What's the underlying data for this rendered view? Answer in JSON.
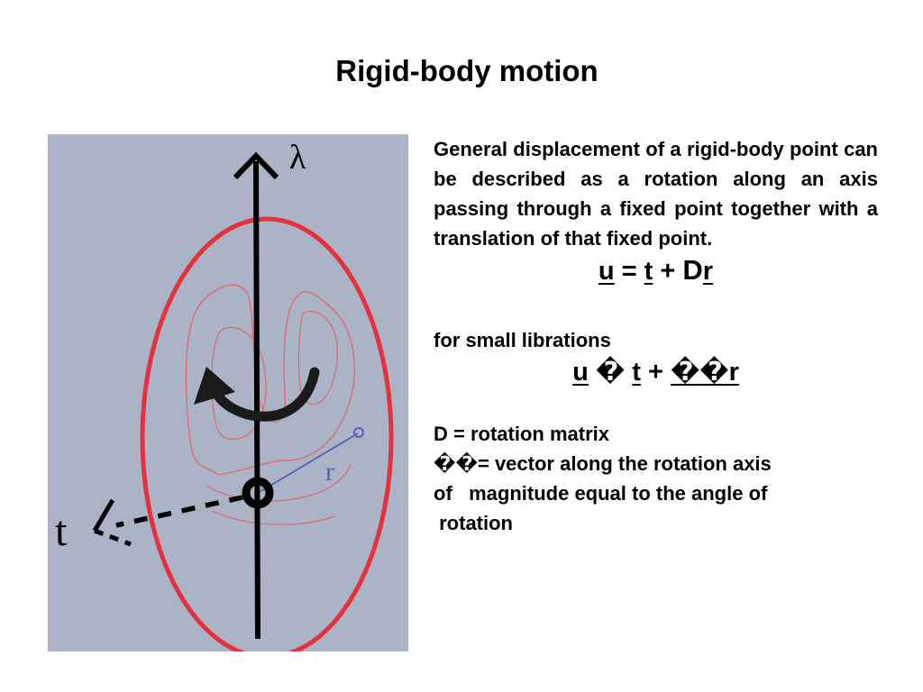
{
  "slide": {
    "title": "Rigid-body motion",
    "paragraph": "General displacement of a rigid-body point can be described as a rotation along an axis passing through a fixed point together with a translation of that fixed point.",
    "equation1": {
      "u": "u",
      "eq": " = ",
      "t": "t",
      "plus": " + ",
      "D": "D",
      "r": "r"
    },
    "small_librations": "for small librations",
    "equation2": {
      "u": "u",
      "approx": " � ",
      "t": "t",
      "plus": " + ",
      "lam": "��",
      "r": "r"
    },
    "def_D": "D = rotation matrix",
    "def_lambda": "��= vector along the rotation axis",
    "def_lambda2": "of   magnitude equal to the angle of",
    "def_lambda3": " rotation"
  },
  "figure": {
    "axis_label": "λ",
    "t_label": "t",
    "r_label": "r",
    "colors": {
      "background": "#abb3c6",
      "ellipse": "#e5313d",
      "blob": "#e1686b",
      "r_vector": "#5563b5",
      "axis": "#000000"
    }
  }
}
